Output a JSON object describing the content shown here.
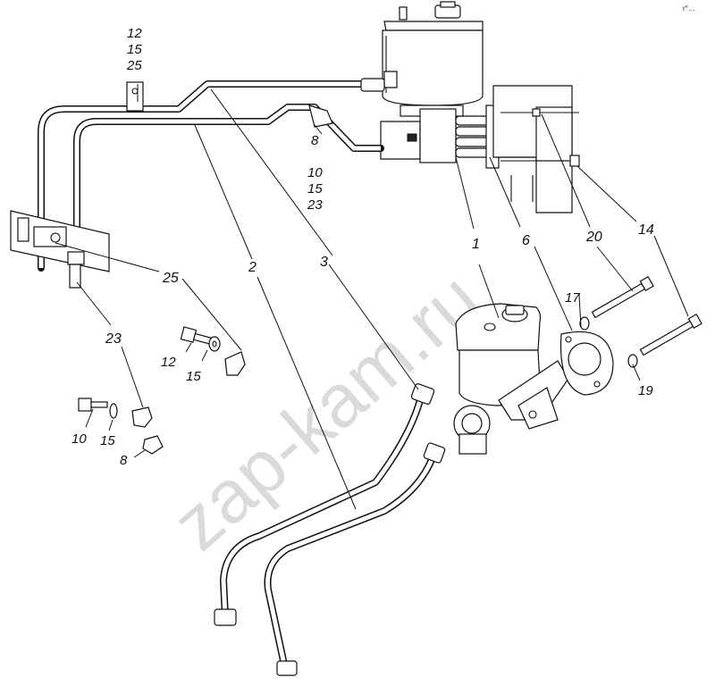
{
  "watermark": "zap-kam.ru",
  "corner_mark": "r°…",
  "labels": {
    "group_top": [
      "12",
      "15",
      "25"
    ],
    "group_mid": [
      "8",
      "10",
      "15",
      "23"
    ],
    "l1": "1",
    "l2": "2",
    "l3": "3",
    "l6": "6",
    "l8": "8",
    "l10": "10",
    "l12": "12",
    "l14": "14",
    "l15a": "15",
    "l15b": "15",
    "l17": "17",
    "l19": "19",
    "l20": "20",
    "l23": "23",
    "l25": "25"
  }
}
